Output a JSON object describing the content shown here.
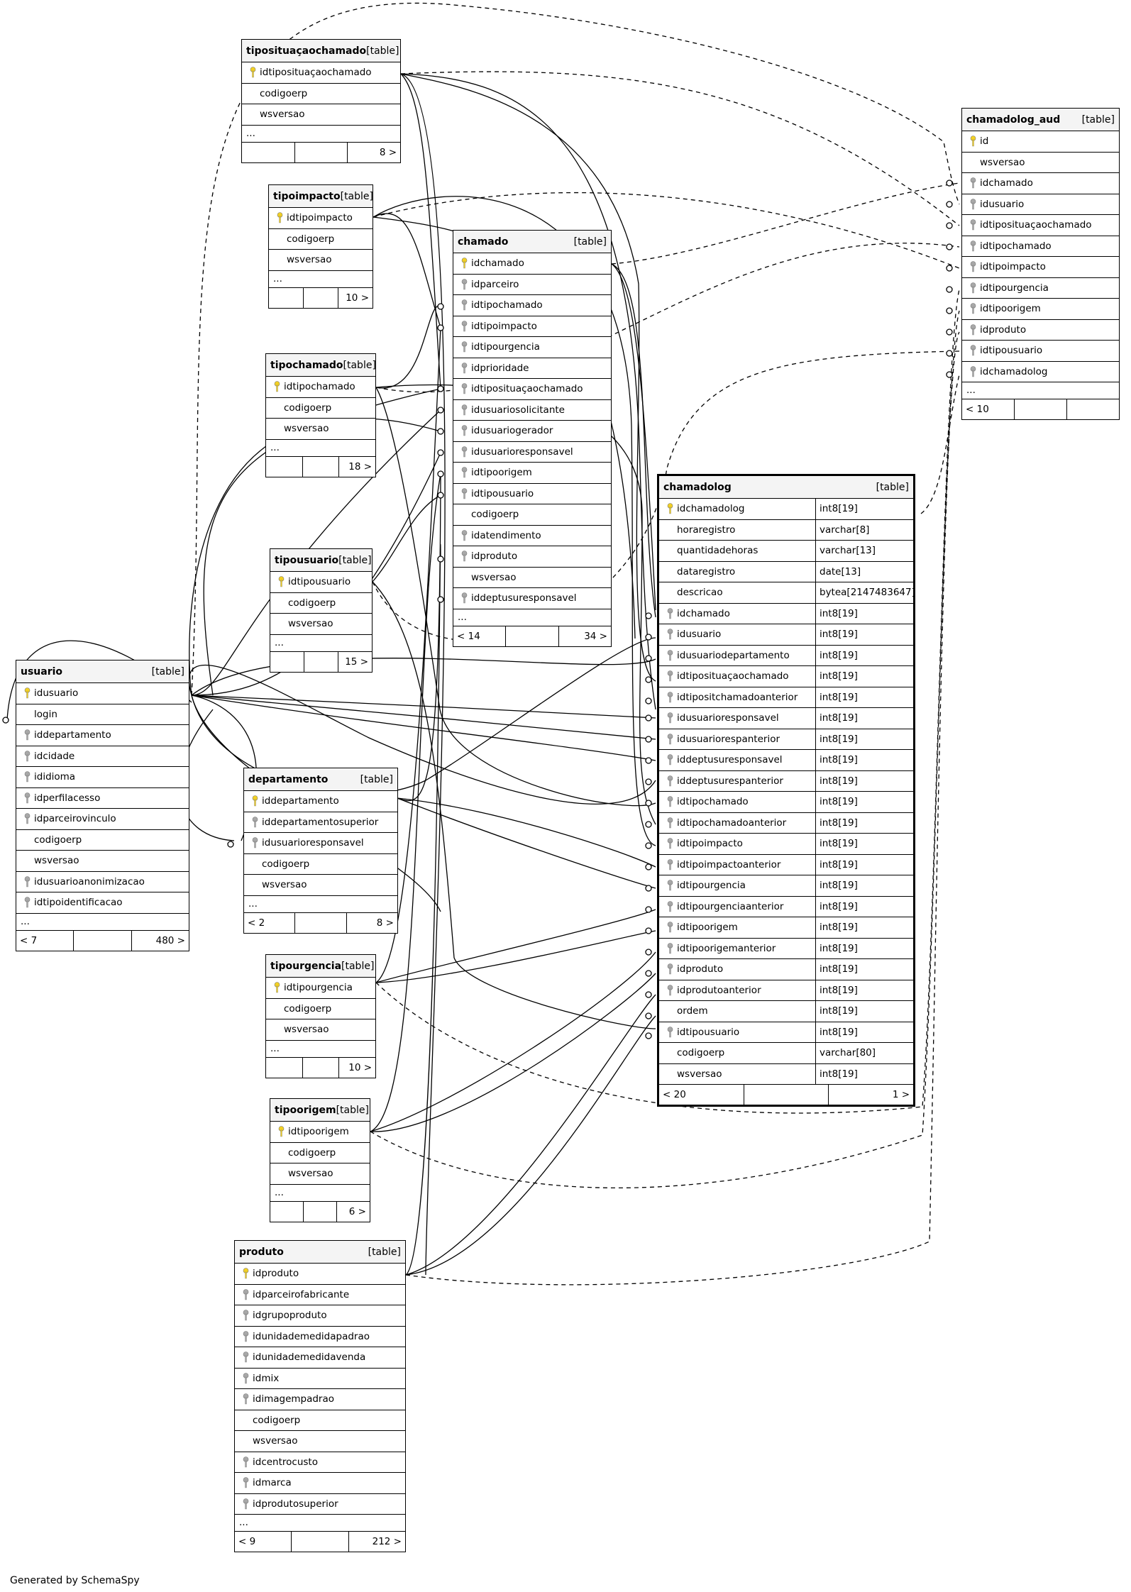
{
  "credit": "Generated by SchemaSpy",
  "tag": "[table]",
  "ellipsis": "...",
  "colors": {
    "pk_key": "#f2d024",
    "fk_key": "#a8a8a8",
    "header_bg": "#f4f4f4"
  },
  "tables": {
    "tipositua": {
      "name": "tiposituaçaochamado",
      "rows": [
        {
          "n": "idtiposituaçaochamado",
          "k": "pk"
        },
        {
          "n": "codigoerp",
          "k": ""
        },
        {
          "n": "wsversao",
          "k": ""
        }
      ],
      "foot": [
        "",
        "",
        "8 >"
      ]
    },
    "tipoimpacto": {
      "name": "tipoimpacto",
      "rows": [
        {
          "n": "idtipoimpacto",
          "k": "pk"
        },
        {
          "n": "codigoerp",
          "k": ""
        },
        {
          "n": "wsversao",
          "k": ""
        }
      ],
      "foot": [
        "",
        "",
        "10 >"
      ]
    },
    "tipochamado": {
      "name": "tipochamado",
      "rows": [
        {
          "n": "idtipochamado",
          "k": "pk"
        },
        {
          "n": "codigoerp",
          "k": ""
        },
        {
          "n": "wsversao",
          "k": ""
        }
      ],
      "foot": [
        "",
        "",
        "18 >"
      ]
    },
    "tipousuario": {
      "name": "tipousuario",
      "rows": [
        {
          "n": "idtipousuario",
          "k": "pk"
        },
        {
          "n": "codigoerp",
          "k": ""
        },
        {
          "n": "wsversao",
          "k": ""
        }
      ],
      "foot": [
        "",
        "",
        "15 >"
      ]
    },
    "usuario": {
      "name": "usuario",
      "rows": [
        {
          "n": "idusuario",
          "k": "pk"
        },
        {
          "n": "login",
          "k": ""
        },
        {
          "n": "iddepartamento",
          "k": "fk"
        },
        {
          "n": "idcidade",
          "k": "fk"
        },
        {
          "n": "ididioma",
          "k": "fk"
        },
        {
          "n": "idperfilacesso",
          "k": "fk"
        },
        {
          "n": "idparceirovinculo",
          "k": "fk"
        },
        {
          "n": "codigoerp",
          "k": ""
        },
        {
          "n": "wsversao",
          "k": ""
        },
        {
          "n": "idusuarioanonimizacao",
          "k": "fk"
        },
        {
          "n": "idtipoidentificacao",
          "k": "fk"
        }
      ],
      "foot": [
        "< 7",
        "",
        "480 >"
      ]
    },
    "departamento": {
      "name": "departamento",
      "rows": [
        {
          "n": "iddepartamento",
          "k": "pk"
        },
        {
          "n": "iddepartamentosuperior",
          "k": "fk"
        },
        {
          "n": "idusuarioresponsavel",
          "k": "fk"
        },
        {
          "n": "codigoerp",
          "k": ""
        },
        {
          "n": "wsversao",
          "k": ""
        }
      ],
      "foot": [
        "< 2",
        "",
        "8 >"
      ]
    },
    "tipourgencia": {
      "name": "tipourgencia",
      "rows": [
        {
          "n": "idtipourgencia",
          "k": "pk"
        },
        {
          "n": "codigoerp",
          "k": ""
        },
        {
          "n": "wsversao",
          "k": ""
        }
      ],
      "foot": [
        "",
        "",
        "10 >"
      ]
    },
    "tipoorigem": {
      "name": "tipoorigem",
      "rows": [
        {
          "n": "idtipoorigem",
          "k": "pk"
        },
        {
          "n": "codigoerp",
          "k": ""
        },
        {
          "n": "wsversao",
          "k": ""
        }
      ],
      "foot": [
        "",
        "",
        "6 >"
      ]
    },
    "produto": {
      "name": "produto",
      "rows": [
        {
          "n": "idproduto",
          "k": "pk"
        },
        {
          "n": "idparceirofabricante",
          "k": "fk"
        },
        {
          "n": "idgrupoproduto",
          "k": "fk"
        },
        {
          "n": "idunidademedidapadrao",
          "k": "fk"
        },
        {
          "n": "idunidademedidavenda",
          "k": "fk"
        },
        {
          "n": "idmix",
          "k": "fk"
        },
        {
          "n": "idimagempadrao",
          "k": "fk"
        },
        {
          "n": "codigoerp",
          "k": ""
        },
        {
          "n": "wsversao",
          "k": ""
        },
        {
          "n": "idcentrocusto",
          "k": "fk"
        },
        {
          "n": "idmarca",
          "k": "fk"
        },
        {
          "n": "idprodutosuperior",
          "k": "fk"
        }
      ],
      "foot": [
        "< 9",
        "",
        "212 >"
      ]
    },
    "chamado": {
      "name": "chamado",
      "rows": [
        {
          "n": "idchamado",
          "k": "pk"
        },
        {
          "n": "idparceiro",
          "k": "fk"
        },
        {
          "n": "idtipochamado",
          "k": "fk"
        },
        {
          "n": "idtipoimpacto",
          "k": "fk"
        },
        {
          "n": "idtipourgencia",
          "k": "fk"
        },
        {
          "n": "idprioridade",
          "k": "fk"
        },
        {
          "n": "idtiposituaçaochamado",
          "k": "fk"
        },
        {
          "n": "idusuariosolicitante",
          "k": "fk"
        },
        {
          "n": "idusuariogerador",
          "k": "fk"
        },
        {
          "n": "idusuarioresponsavel",
          "k": "fk"
        },
        {
          "n": "idtipoorigem",
          "k": "fk"
        },
        {
          "n": "idtipousuario",
          "k": "fk"
        },
        {
          "n": "codigoerp",
          "k": ""
        },
        {
          "n": "idatendimento",
          "k": "fk"
        },
        {
          "n": "idproduto",
          "k": "fk"
        },
        {
          "n": "wsversao",
          "k": ""
        },
        {
          "n": "iddeptusuresponsavel",
          "k": "fk"
        }
      ],
      "foot": [
        "< 14",
        "",
        "34 >"
      ]
    },
    "chamadolog_aud": {
      "name": "chamadolog_aud",
      "rows": [
        {
          "n": "id",
          "k": "pk"
        },
        {
          "n": "wsversao",
          "k": ""
        },
        {
          "n": "idchamado",
          "k": "fk"
        },
        {
          "n": "idusuario",
          "k": "fk"
        },
        {
          "n": "idtiposituaçaochamado",
          "k": "fk"
        },
        {
          "n": "idtipochamado",
          "k": "fk"
        },
        {
          "n": "idtipoimpacto",
          "k": "fk"
        },
        {
          "n": "idtipourgencia",
          "k": "fk"
        },
        {
          "n": "idtipoorigem",
          "k": "fk"
        },
        {
          "n": "idproduto",
          "k": "fk"
        },
        {
          "n": "idtipousuario",
          "k": "fk"
        },
        {
          "n": "idchamadolog",
          "k": "fk"
        }
      ],
      "foot": [
        "< 10",
        "",
        ""
      ]
    },
    "chamadolog": {
      "name": "chamadolog",
      "rows": [
        {
          "n": "idchamadolog",
          "k": "pk",
          "t": "int8[19]"
        },
        {
          "n": "horaregistro",
          "k": "",
          "t": "varchar[8]"
        },
        {
          "n": "quantidadehoras",
          "k": "",
          "t": "varchar[13]"
        },
        {
          "n": "dataregistro",
          "k": "",
          "t": "date[13]"
        },
        {
          "n": "descricao",
          "k": "",
          "t": "bytea[2147483647]"
        },
        {
          "n": "idchamado",
          "k": "fk",
          "t": "int8[19]"
        },
        {
          "n": "idusuario",
          "k": "fk",
          "t": "int8[19]"
        },
        {
          "n": "idusuariodepartamento",
          "k": "fk",
          "t": "int8[19]"
        },
        {
          "n": "idtiposituaçaochamado",
          "k": "fk",
          "t": "int8[19]"
        },
        {
          "n": "idtipositchamadoanterior",
          "k": "fk",
          "t": "int8[19]"
        },
        {
          "n": "idusuarioresponsavel",
          "k": "fk",
          "t": "int8[19]"
        },
        {
          "n": "idusuariorespanterior",
          "k": "fk",
          "t": "int8[19]"
        },
        {
          "n": "iddeptusuresponsavel",
          "k": "fk",
          "t": "int8[19]"
        },
        {
          "n": "iddeptusurespanterior",
          "k": "fk",
          "t": "int8[19]"
        },
        {
          "n": "idtipochamado",
          "k": "fk",
          "t": "int8[19]"
        },
        {
          "n": "idtipochamadoanterior",
          "k": "fk",
          "t": "int8[19]"
        },
        {
          "n": "idtipoimpacto",
          "k": "fk",
          "t": "int8[19]"
        },
        {
          "n": "idtipoimpactoanterior",
          "k": "fk",
          "t": "int8[19]"
        },
        {
          "n": "idtipourgencia",
          "k": "fk",
          "t": "int8[19]"
        },
        {
          "n": "idtipourgenciaanterior",
          "k": "fk",
          "t": "int8[19]"
        },
        {
          "n": "idtipoorigem",
          "k": "fk",
          "t": "int8[19]"
        },
        {
          "n": "idtipoorigemanterior",
          "k": "fk",
          "t": "int8[19]"
        },
        {
          "n": "idproduto",
          "k": "fk",
          "t": "int8[19]"
        },
        {
          "n": "idprodutoanterior",
          "k": "fk",
          "t": "int8[19]"
        },
        {
          "n": "ordem",
          "k": "",
          "t": "int8[19]"
        },
        {
          "n": "idtipousuario",
          "k": "fk",
          "t": "int8[19]"
        },
        {
          "n": "codigoerp",
          "k": "",
          "t": "varchar[80]"
        },
        {
          "n": "wsversao",
          "k": "",
          "t": "int8[19]"
        }
      ],
      "foot": [
        "< 20",
        "",
        "1 >"
      ]
    }
  }
}
